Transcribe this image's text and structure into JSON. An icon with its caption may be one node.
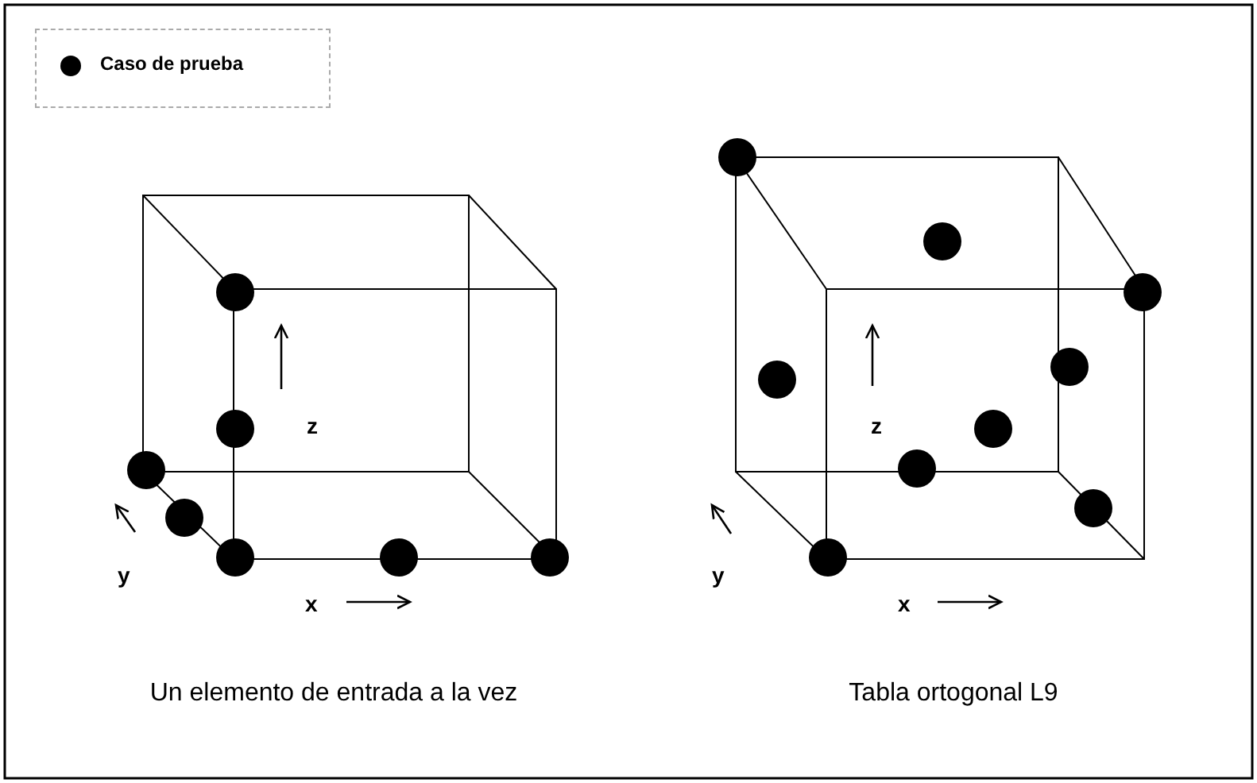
{
  "diagram": {
    "labels": [
      "z",
      "y",
      "x",
      "Un elemento de entrada a la vez",
      "z",
      "y",
      "x",
      "Tabla ortogonal L9"
    ],
    "legend": [
      {
        "text": "Caso de prueba",
        "color": "#000000"
      }
    ]
  }
}
